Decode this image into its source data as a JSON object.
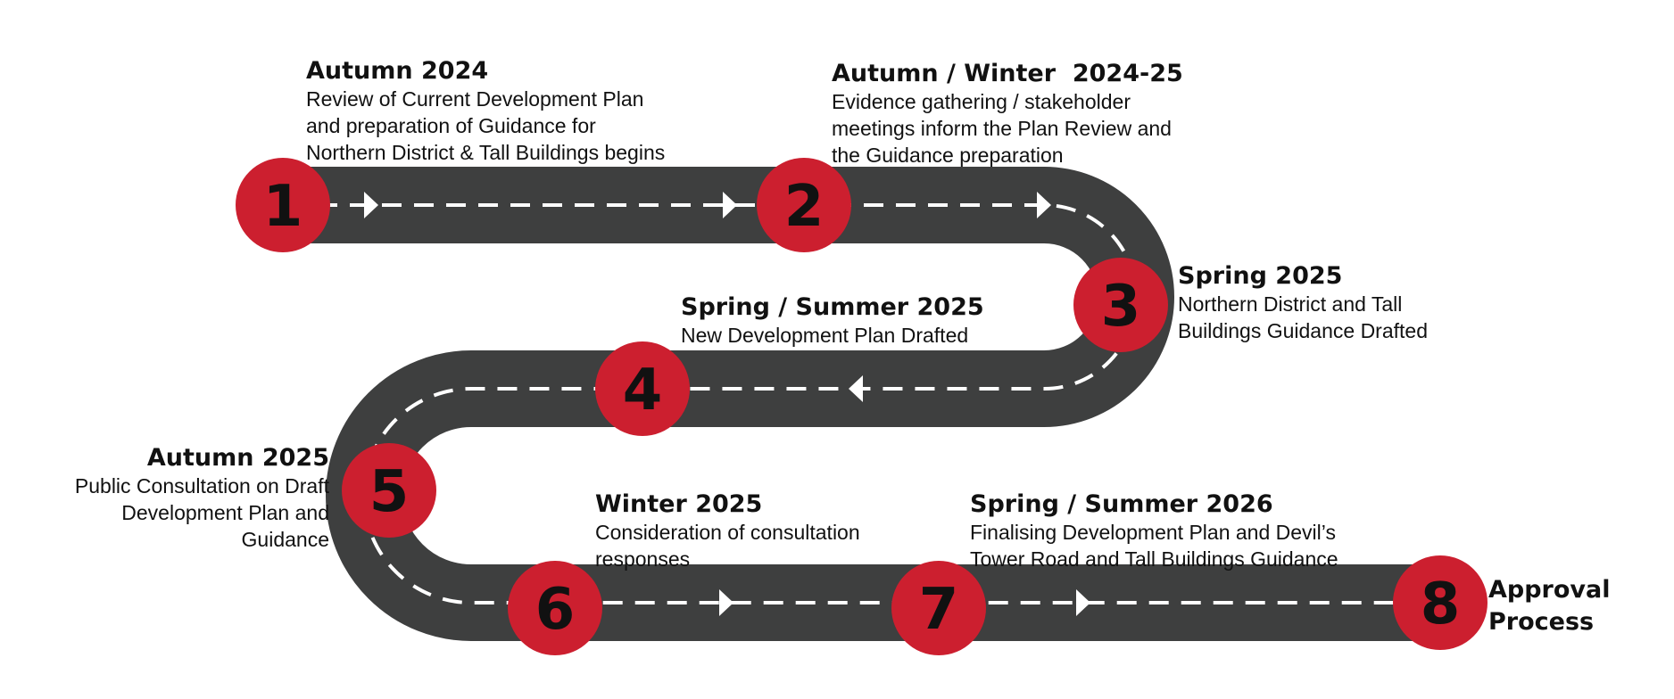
{
  "colors": {
    "road": "#3e3f3f",
    "marker": "#cc1f2f",
    "lane": "#ffffff",
    "text": "#111111"
  },
  "steps": [
    {
      "number": "1",
      "title": "Autumn 2024",
      "lines": [
        "Review of Current Development Plan",
        "and preparation of Guidance for",
        "Northern District & Tall Buildings begins"
      ]
    },
    {
      "number": "2",
      "title": "Autumn / Winter  2024-25",
      "lines": [
        "Evidence gathering / stakeholder",
        "meetings inform the Plan Review and",
        "the Guidance preparation"
      ]
    },
    {
      "number": "3",
      "title": "Spring 2025",
      "lines": [
        "Northern District and Tall",
        "Buildings Guidance Drafted"
      ]
    },
    {
      "number": "4",
      "title": "Spring / Summer 2025",
      "lines": [
        "New Development Plan Drafted"
      ]
    },
    {
      "number": "5",
      "title": "Autumn 2025",
      "lines": [
        "Public Consultation on Draft",
        "Development Plan and",
        "Guidance"
      ]
    },
    {
      "number": "6",
      "title": "Winter 2025",
      "lines": [
        "Consideration of consultation",
        "responses"
      ]
    },
    {
      "number": "7",
      "title": "Spring / Summer 2026",
      "lines": [
        "Finalising Development Plan and Devil’s",
        "Tower Road and Tall Buildings Guidance"
      ]
    },
    {
      "number": "8",
      "title": "Approval Process",
      "lines": []
    }
  ]
}
